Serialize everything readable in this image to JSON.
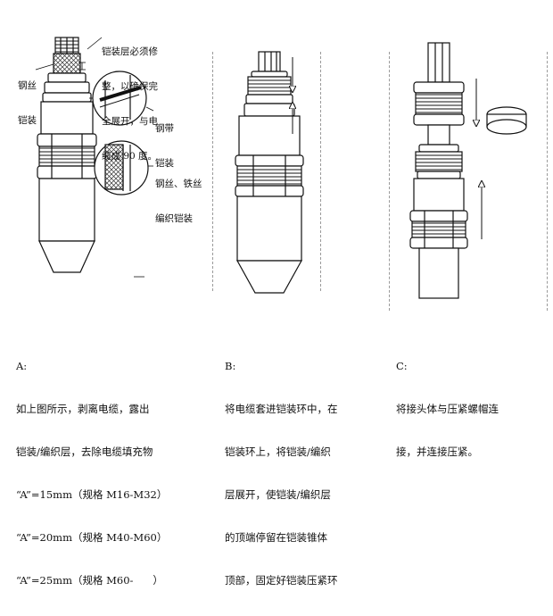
{
  "step_a": {
    "letter": "A:",
    "lines": [
      "如上图所示，剥离电缆，露出",
      "铠装/编织层，去除电缆填充物",
      "“A”=15mm（规格 M16-M32）",
      "“A”=20mm（规格 M40-M60）",
      "“A”=25mm（规格 M60-      ）"
    ],
    "labels": {
      "steel_wire_armor": [
        "钢丝",
        "铠装"
      ],
      "armor_note": [
        "铠装层必须修",
        "整，以确保完",
        "全展开，与电",
        "缆成 90 度。"
      ],
      "steel_tape_armor": [
        "钢带",
        "铠装"
      ],
      "braided_armor": [
        "钢丝、铁丝",
        "编织铠装"
      ]
    }
  },
  "step_b": {
    "letter": "B:",
    "lines": [
      "将电缆套进铠装环中，在",
      "铠装环上，将铠装/编织",
      "层展开，使铠装/编织层",
      "的顶端停留在铠装锥体",
      "顶部，固定好铠装压紧环"
    ]
  },
  "step_c": {
    "letter": "C:",
    "lines": [
      "将接头体与压紧螺帽连",
      "接，并连接压紧。"
    ]
  },
  "colors": {
    "line": "#111111",
    "dash": "#9a9a9a",
    "grey": "#dddddd"
  }
}
